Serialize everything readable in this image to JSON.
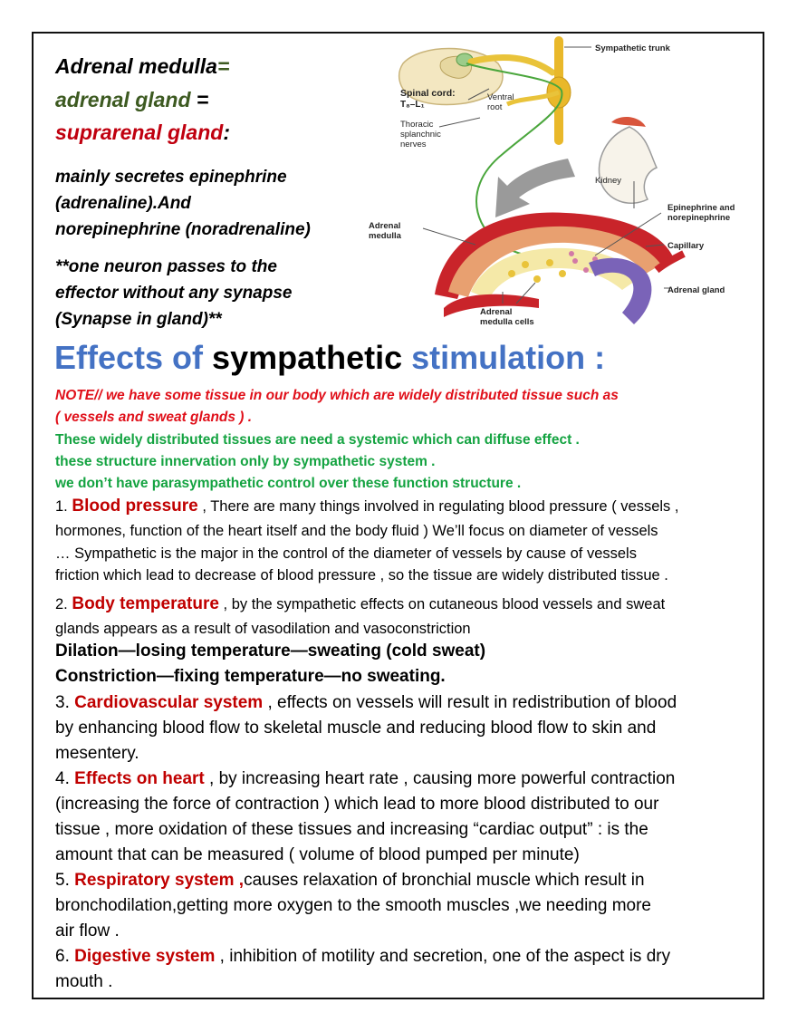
{
  "header": {
    "line1_a": "Adrenal medulla",
    "line1_b": "=",
    "line2_a": "adrenal gland",
    "line2_b": " =",
    "line3_a": "suprarenal gland",
    "line3_b": ":"
  },
  "intro": {
    "secretes_1": "mainly secretes epinephrine",
    "secretes_2": "(adrenaline).And",
    "secretes_3": "norepinephrine (noradrenaline)",
    "neuron_1": "**one neuron passes to the",
    "neuron_2": "effector without any synapse",
    "neuron_3": "(Synapse in gland)**"
  },
  "figure": {
    "sympathetic_trunk": "Sympathetic trunk",
    "spinal_cord": "Spinal cord:",
    "spinal_range": "T₈–L₁",
    "ventral_1": "Ventral",
    "ventral_2": "root",
    "thoracic_1": "Thoracic",
    "thoracic_2": "splanchnic",
    "thoracic_3": "nerves",
    "kidney": "Kidney",
    "epi_1": "Epinephrine and",
    "epi_2": "norepinephrine",
    "adrenal_medulla_1": "Adrenal",
    "adrenal_medulla_2": "medulla",
    "capillary": "Capillary",
    "adrenal_gland": "Adrenal gland",
    "cells_1": "Adrenal",
    "cells_2": "medulla cells"
  },
  "section": {
    "title_1": "Effects of",
    "title_2": "sympathetic",
    "title_3": "stimulation :"
  },
  "note": {
    "line1": "NOTE// we have some tissue in our body which are widely distributed tissue such as",
    "line2": "( vessels and sweat glands ) .",
    "green1": "These widely distributed tissues are need a systemic which can diffuse effect .",
    "green2": "these structure innervation only by sympathetic system .",
    "green3": "we don’t have parasympathetic control over these function structure ."
  },
  "items": {
    "i1_num": "1.",
    "i1_head": "Blood pressure",
    "i1_l1": " , There are many things involved in regulating blood pressure ( vessels ,",
    "i1_l2": "hormones, function of the heart itself and the body fluid ) We’ll focus on diameter of vessels",
    "i1_l3": "… Sympathetic is the major in the control of the diameter of vessels by cause of vessels",
    "i1_l4": "friction which lead to decrease of blood pressure , so the tissue are widely distributed tissue .",
    "i2_num": "2.",
    "i2_head": "Body temperature",
    "i2_l1": " , by the sympathetic effects on cutaneous blood vessels and sweat",
    "i2_l2": "glands appears as a result of vasodilation and vasoconstriction",
    "i2_b1": "Dilation—losing temperature—sweating (cold sweat)",
    "i2_b2": "Constriction—fixing temperature—no sweating.",
    "i3_num": "3.",
    "i3_head": "Cardiovascular system",
    "i3_l1": " , effects on vessels will result in redistribution of blood",
    "i3_l2": "by enhancing blood flow to skeletal muscle and reducing blood flow to skin and",
    "i3_l3": "mesentery.",
    "i4_num": "4.",
    "i4_head": "Effects on heart",
    "i4_l1": " , by increasing heart rate , causing more powerful contraction",
    "i4_l2": "(increasing the force of contraction ) which lead to more blood distributed to our",
    "i4_l3": "tissue , more oxidation of these tissues and increasing “cardiac output” : is the",
    "i4_l4": "amount that can be measured ( volume of blood pumped per minute)",
    "i5_num": "5.",
    "i5_head": "Respiratory system ,",
    "i5_l1": "causes relaxation of bronchial muscle which result in",
    "i5_l2": "bronchodilation,getting more oxygen to the smooth muscles ,we needing more",
    "i5_l3": "air flow .",
    "i6_num": " 6.",
    "i6_head": "Digestive system",
    "i6_l1": " , inhibition of motility and secretion, one of the aspect is dry",
    "i6_l2": "mouth ."
  }
}
